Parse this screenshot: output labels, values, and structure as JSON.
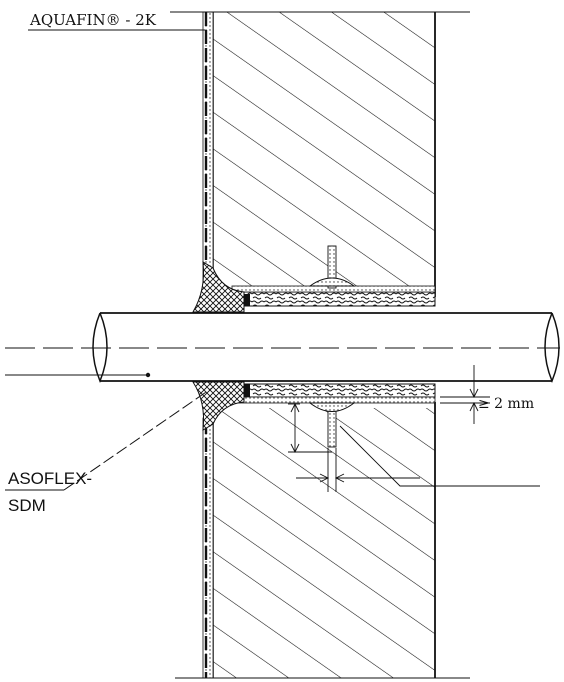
{
  "labels": {
    "coating": "AQUAFIN® - 2K",
    "sealant_line1": "ASOFLEX-",
    "sealant_line2": "SDM",
    "gap": "≥ 2 mm"
  }
}
